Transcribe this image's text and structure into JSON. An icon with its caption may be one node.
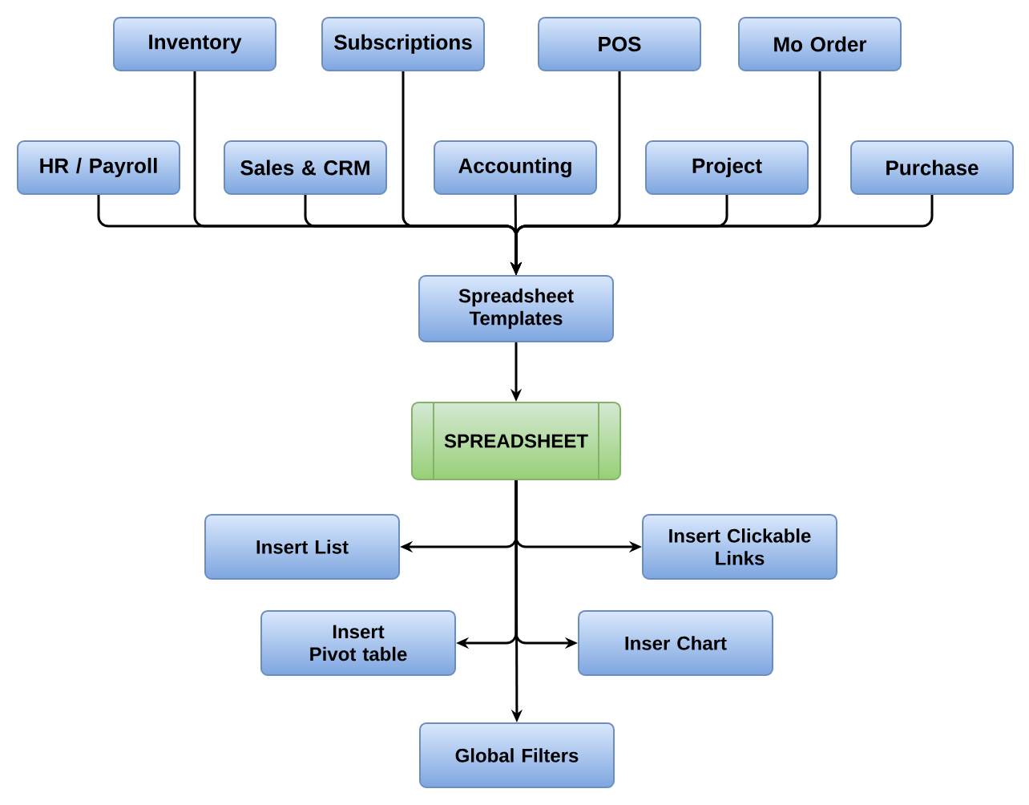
{
  "diagram": {
    "nodes": [
      {
        "text": [
          "Inventory"
        ]
      },
      {
        "text": [
          "Subscriptions"
        ]
      },
      {
        "text": [
          "POS"
        ]
      },
      {
        "text": [
          "Mo Order"
        ]
      },
      {
        "text": [
          "HR / Payroll"
        ]
      },
      {
        "text": [
          "Sales & CRM"
        ]
      },
      {
        "text": [
          "Accounting"
        ]
      },
      {
        "text": [
          "Project"
        ]
      },
      {
        "text": [
          "Purchase"
        ]
      },
      {
        "text": [
          "Spreadsheet Templates"
        ]
      },
      {
        "text": [
          "SPREADSHEET"
        ]
      },
      {
        "text": [
          "Insert List"
        ]
      },
      {
        "text": [
          "Insert Clickable Links"
        ]
      },
      {
        "text": [
          "Insert Pivot table"
        ]
      },
      {
        "text": [
          "Inser Chart"
        ]
      },
      {
        "text": [
          "Global Filters"
        ]
      }
    ],
    "edges": [
      {
        "from": 0,
        "to": 9,
        "arrow": "to"
      },
      {
        "from": 1,
        "to": 9,
        "arrow": "to"
      },
      {
        "from": 2,
        "to": 9,
        "arrow": "to"
      },
      {
        "from": 3,
        "to": 9,
        "arrow": "to"
      },
      {
        "from": 4,
        "to": 9,
        "arrow": "to"
      },
      {
        "from": 5,
        "to": 9,
        "arrow": "to"
      },
      {
        "from": 6,
        "to": 9,
        "arrow": "to"
      },
      {
        "from": 7,
        "to": 9,
        "arrow": "to"
      },
      {
        "from": 8,
        "to": 9,
        "arrow": "to"
      },
      {
        "from": 9,
        "to": 10,
        "arrow": "to"
      },
      {
        "from": 10,
        "to": 11,
        "arrow": "to"
      },
      {
        "from": 10,
        "to": 12,
        "arrow": "to"
      },
      {
        "from": 10,
        "to": 13,
        "arrow": "to"
      },
      {
        "from": 10,
        "to": 14,
        "arrow": "to"
      },
      {
        "from": 10,
        "to": 15,
        "arrow": "to"
      }
    ]
  }
}
